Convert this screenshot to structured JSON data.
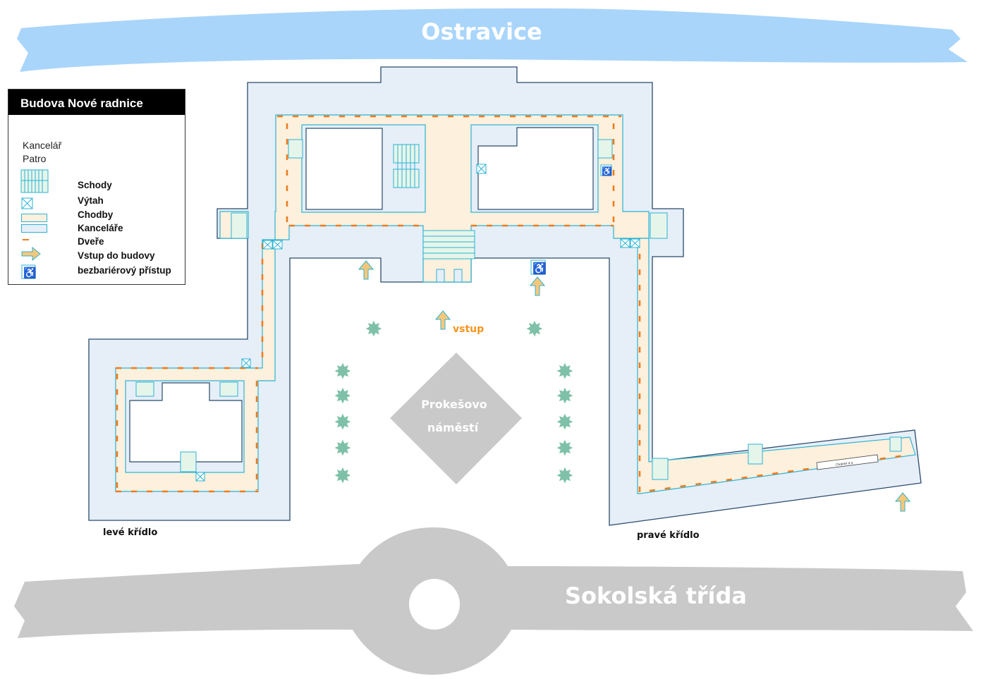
{
  "rivers": {
    "top": "Ostravice",
    "bottom": "Sokolská třída"
  },
  "legend": {
    "title": "Budova Nové radnice",
    "plain": [
      "Kancelář",
      "Patro"
    ],
    "items": [
      {
        "icon": "stairs-icon",
        "label": "Schody"
      },
      {
        "icon": "elevator-icon",
        "label": "Výtah"
      },
      {
        "icon": "corridor-swatch",
        "label": "Chodby"
      },
      {
        "icon": "office-swatch",
        "label": "Kanceláře"
      },
      {
        "icon": "door-icon",
        "label": "Dveře"
      },
      {
        "icon": "entrance-arrow-icon",
        "label": "Vstup do budovy"
      },
      {
        "icon": "wheelchair-icon",
        "label": "bezbariérový přístup"
      }
    ]
  },
  "map": {
    "entrance_label": "vstup",
    "square_label": [
      "Prokešovo",
      "náměstí"
    ],
    "left_wing": "levé křídlo",
    "right_wing": "pravé křídlo",
    "shop_label": "Ovanet a.s."
  },
  "colors": {
    "river": "#a9d5fb",
    "road": "#c9c9c9",
    "office": "#e6eef8",
    "corridor": "#fdf0dc",
    "wall": "#2bb3d3",
    "door": "#f07a1a",
    "tree": "#7fc1a8",
    "arrow": "#f8c77a"
  }
}
